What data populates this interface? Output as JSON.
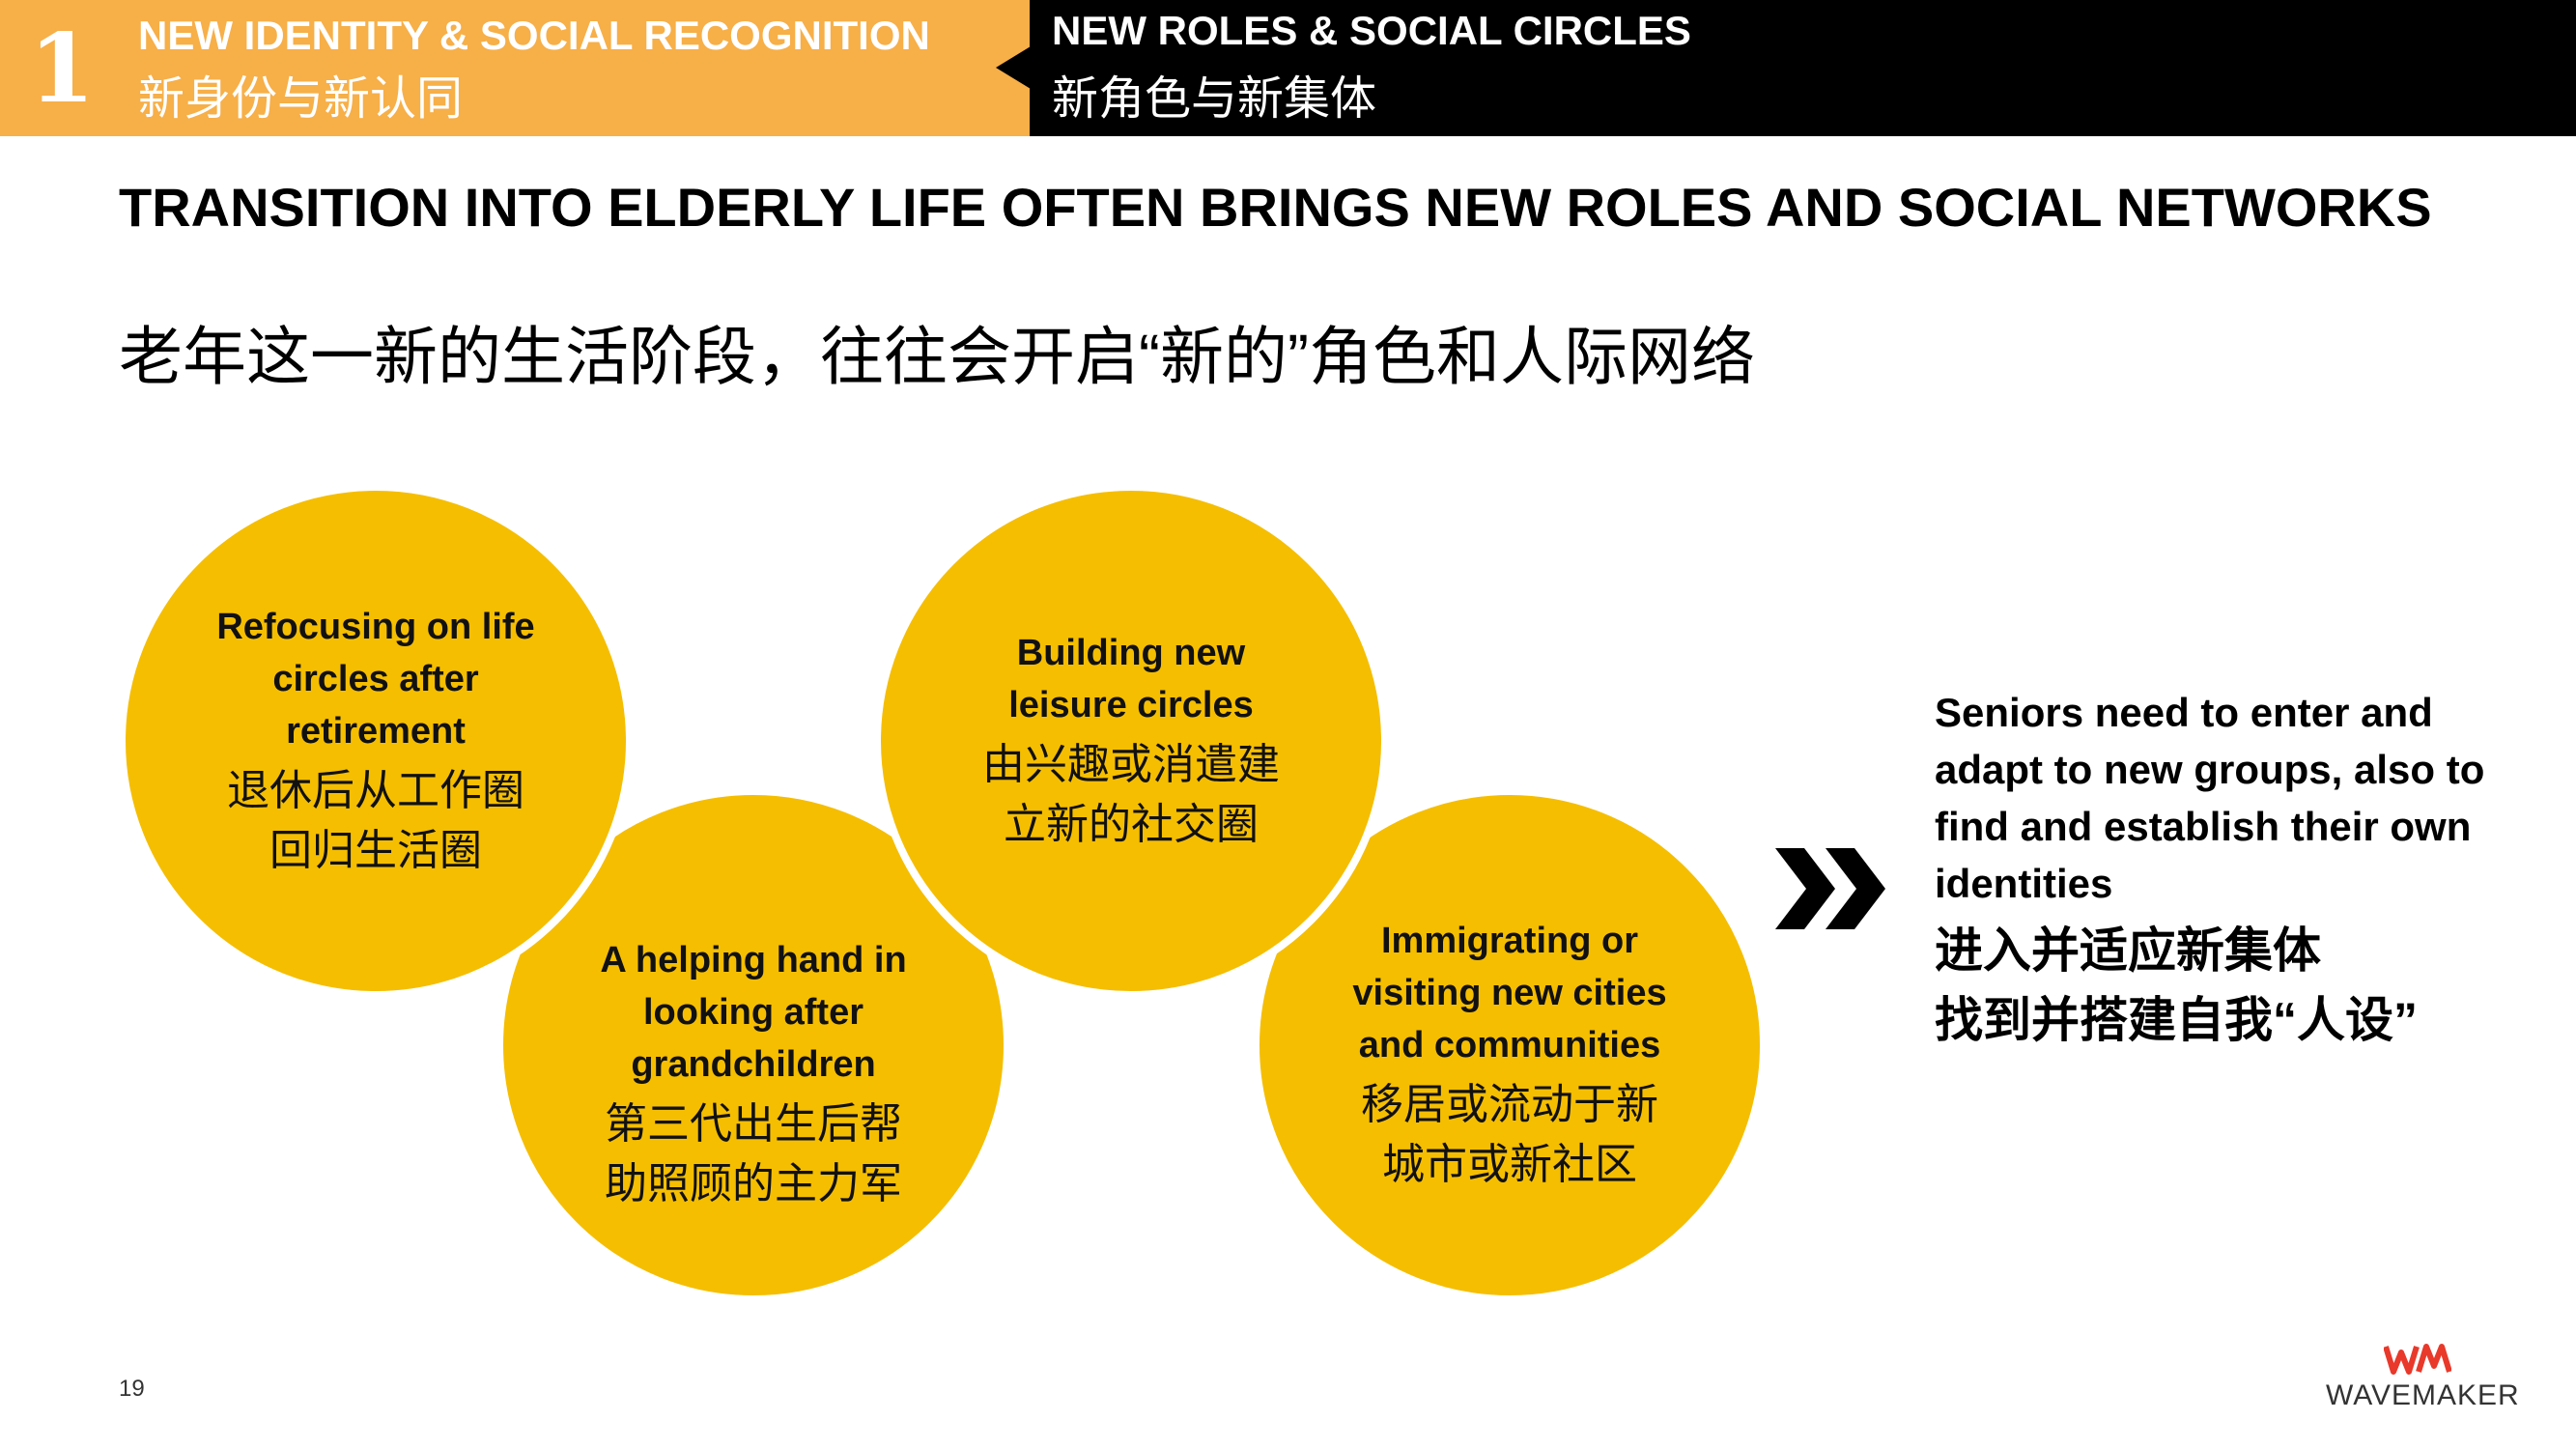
{
  "header": {
    "section_number": "1",
    "section1_title": "NEW IDENTITY & SOCIAL RECOGNITION",
    "section1_subtitle": "新身份与新认同",
    "section2_title": "NEW ROLES & SOCIAL CIRCLES",
    "section2_subtitle": "新角色与新集体"
  },
  "headline": {
    "en": "TRANSITION INTO ELDERLY LIFE OFTEN BRINGS NEW ROLES AND SOCIAL NETWORKS",
    "zh": "老年这一新的生活阶段，往往会开启“新的”角色和人际网络"
  },
  "circles": [
    {
      "en": "Refocusing on life circles after retirement",
      "zh": "退休后从工作圈回归生活圈"
    },
    {
      "en": "A helping hand in looking after grandchildren",
      "zh": "第三代出生后帮助照顾的主力军"
    },
    {
      "en": "Building new leisure circles",
      "zh": "由兴趣或消遣建立新的社交圈"
    },
    {
      "en": "Immigrating or visiting new cities and communities",
      "zh": "移居或流动于新城市或新社区"
    }
  ],
  "takeaway": {
    "en": "Seniors need to enter and adapt to new groups, also to find and establish their own identities",
    "zh_line1": "进入并适应新集体",
    "zh_line2": "找到并搭建自我“人设”"
  },
  "footer": {
    "page_number": "19",
    "logo_text": "WAVEMAKER"
  },
  "colors": {
    "orange": "#F7AF48",
    "circle_yellow": "#F5BE00",
    "black": "#000000"
  },
  "icons": {
    "chevrons": "double-chevron-right-icon",
    "logo_mark": "wm-logo-icon"
  }
}
